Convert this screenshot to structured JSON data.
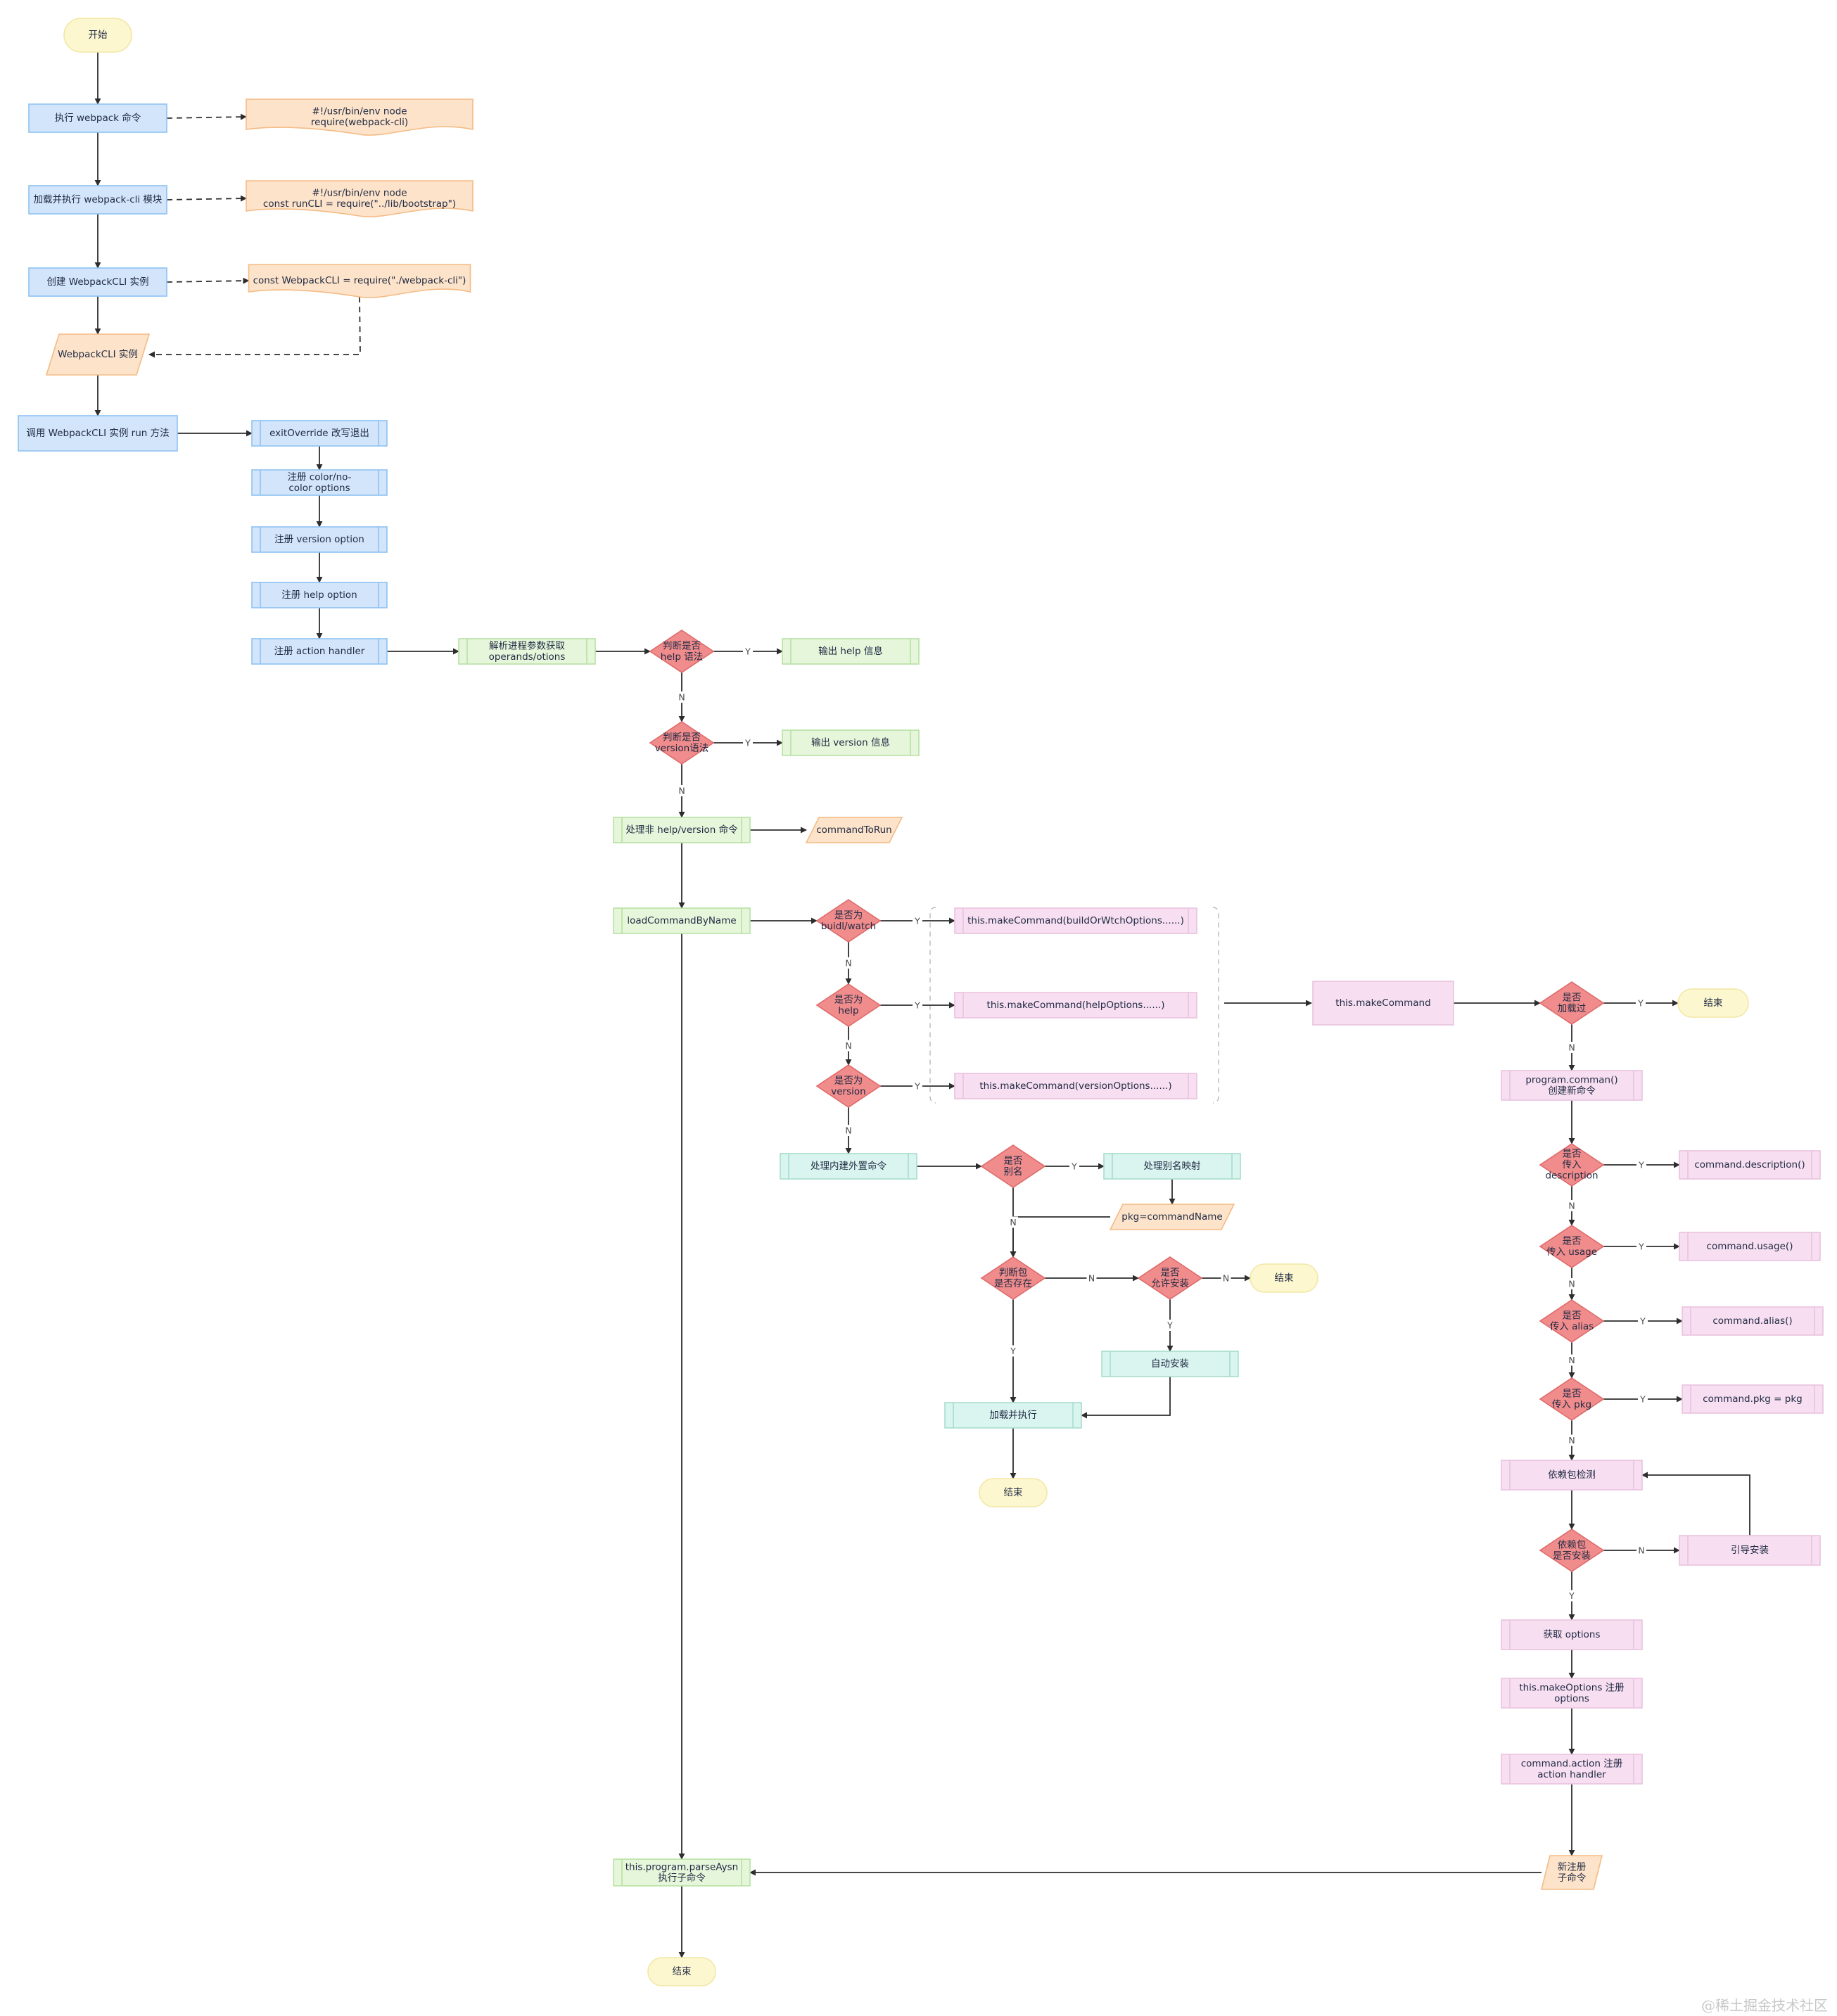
{
  "colors": {
    "terminal_fill": "#fdf7cf",
    "terminal_stroke": "#f2e7a6",
    "blue_fill": "#d3e5fb",
    "blue_stroke": "#8ec2f2",
    "orange_fill": "#fde3c9",
    "orange_stroke": "#f4bb85",
    "green_fill": "#e6f6da",
    "green_stroke": "#b8e1a3",
    "teal_fill": "#daf4ef",
    "teal_stroke": "#a7ddcc",
    "pink_fill": "#f7def0",
    "pink_stroke": "#eac3df",
    "decision_fill": "#f08c8c",
    "decision_stroke": "#e06a6a",
    "edge": "#2d2d2d"
  },
  "nodes": {
    "start": {
      "lines": [
        "开始"
      ]
    },
    "run_webpack": {
      "lines": [
        "执行 webpack 命令"
      ]
    },
    "note_bin_env": {
      "lines": [
        "#!/usr/bin/env node",
        "require(webpack-cli)"
      ]
    },
    "load_cli": {
      "lines": [
        "加载并执行 webpack-cli 模块"
      ]
    },
    "note_bootstrap": {
      "lines": [
        "#!/usr/bin/env node",
        "const runCLI = require(\"../lib/bootstrap\")"
      ]
    },
    "create_instance": {
      "lines": [
        "创建 WebpackCLI 实例"
      ]
    },
    "note_require_cli": {
      "lines": [
        "const WebpackCLI = require(\"./webpack-cli\")"
      ]
    },
    "cli_instance": {
      "lines": [
        "WebpackCLI 实例"
      ]
    },
    "call_run": {
      "lines": [
        "调用  WebpackCLI 实例 run 方法"
      ]
    },
    "exit_override": {
      "lines": [
        "exitOverride 改写退出"
      ]
    },
    "reg_color": {
      "lines": [
        "注册 color/no-",
        "color options"
      ]
    },
    "reg_version": {
      "lines": [
        "注册 version option"
      ]
    },
    "reg_help": {
      "lines": [
        "注册 help option"
      ]
    },
    "reg_action": {
      "lines": [
        "注册 action handler"
      ]
    },
    "parse_args": {
      "lines": [
        "解析进程参数获取",
        "operands/otions"
      ]
    },
    "is_help": {
      "lines": [
        "判断是否",
        "help 语法"
      ]
    },
    "out_help": {
      "lines": [
        "输出 help 信息"
      ]
    },
    "is_version": {
      "lines": [
        "判断是否",
        "version语法"
      ]
    },
    "out_version": {
      "lines": [
        "输出 version 信息"
      ]
    },
    "handle_other": {
      "lines": [
        "处理非 help/version 命令"
      ]
    },
    "command_to_run": {
      "lines": [
        "commandToRun"
      ]
    },
    "load_by_name": {
      "lines": [
        "loadCommandByName"
      ]
    },
    "is_build": {
      "lines": [
        "是否为",
        "buidl/watch"
      ]
    },
    "make_build": {
      "lines": [
        "this.makeCommand(buildOrWtchOptions......)"
      ]
    },
    "is_help2": {
      "lines": [
        "是否为",
        "help"
      ]
    },
    "make_help": {
      "lines": [
        "this.makeCommand(helpOptions......)"
      ]
    },
    "is_version2": {
      "lines": [
        "是否为",
        "version"
      ]
    },
    "make_version": {
      "lines": [
        "this.makeCommand(versionOptions......)"
      ]
    },
    "make_command": {
      "lines": [
        "this.makeCommand"
      ]
    },
    "is_loaded": {
      "lines": [
        "是否",
        "加载过"
      ]
    },
    "end_loaded": {
      "lines": [
        "结束"
      ]
    },
    "program_command": {
      "lines": [
        "program.comman()",
        "创建新命令"
      ]
    },
    "has_description": {
      "lines": [
        "是否",
        "传入",
        "description"
      ]
    },
    "cmd_description": {
      "lines": [
        "command.description()"
      ]
    },
    "has_usage": {
      "lines": [
        "是否",
        "传入 usage"
      ]
    },
    "cmd_usage": {
      "lines": [
        "command.usage()"
      ]
    },
    "has_alias": {
      "lines": [
        "是否",
        "传入 alias"
      ]
    },
    "cmd_alias": {
      "lines": [
        "command.alias()"
      ]
    },
    "has_pkg": {
      "lines": [
        "是否",
        "传入 pkg"
      ]
    },
    "cmd_pkg": {
      "lines": [
        "command.pkg = pkg"
      ]
    },
    "dep_check": {
      "lines": [
        "依赖包检测"
      ]
    },
    "dep_installed": {
      "lines": [
        "依赖包",
        "是否安装"
      ]
    },
    "guide_install": {
      "lines": [
        "引导安装"
      ]
    },
    "get_options": {
      "lines": [
        "获取  options"
      ]
    },
    "make_options": {
      "lines": [
        "this.makeOptions 注册",
        "options"
      ]
    },
    "action_reg": {
      "lines": [
        "command.action 注册",
        "action handler"
      ]
    },
    "new_sub": {
      "lines": [
        "新注册",
        "子命令"
      ]
    },
    "handle_builtin": {
      "lines": [
        "处理内建外置命令"
      ]
    },
    "is_alias": {
      "lines": [
        "是否",
        "别名"
      ]
    },
    "alias_map": {
      "lines": [
        "处理别名映射"
      ]
    },
    "pkg_name": {
      "lines": [
        "pkg=commandName"
      ]
    },
    "pkg_exists": {
      "lines": [
        "判断包",
        "是否存在"
      ]
    },
    "allow_install": {
      "lines": [
        "是否",
        "允许安装"
      ]
    },
    "end_install": {
      "lines": [
        "结束"
      ]
    },
    "auto_install": {
      "lines": [
        "自动安装"
      ]
    },
    "load_exec": {
      "lines": [
        "加载并执行"
      ]
    },
    "end_exec": {
      "lines": [
        "结束"
      ]
    },
    "parse_async": {
      "lines": [
        "this.program.parseAysn",
        "执行子命令"
      ]
    },
    "end_main": {
      "lines": [
        "结束"
      ]
    }
  },
  "edge_labels": {
    "yes": "Y",
    "no": "N"
  },
  "watermark": "@稀土掘金技术社区"
}
